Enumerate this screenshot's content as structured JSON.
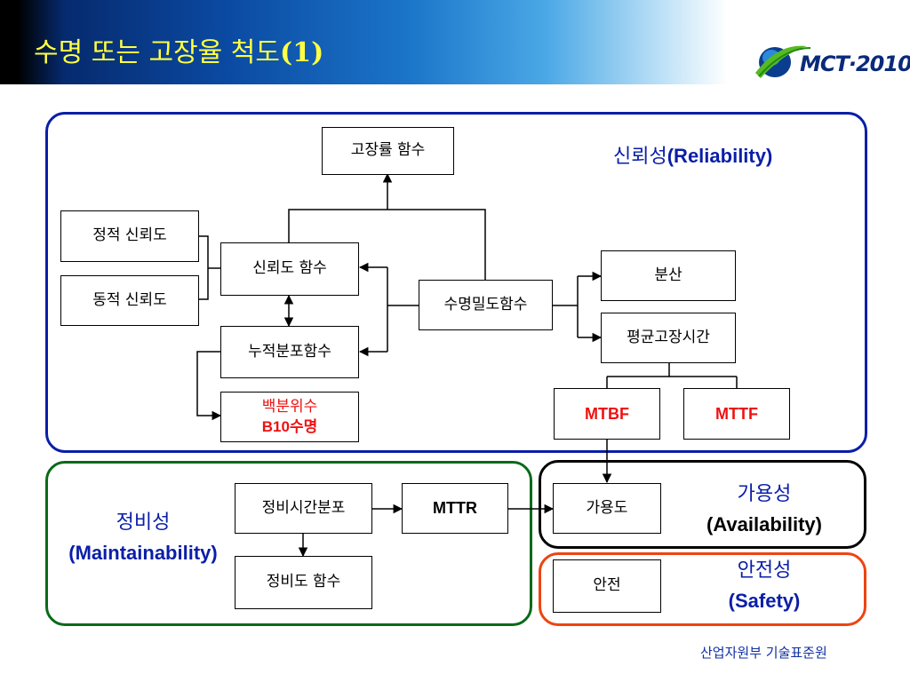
{
  "slide": {
    "title": "수명 또는 고장율 척도",
    "title_number": "(1)",
    "logo_text": "MCT·2010",
    "footer": "산업자원부 기술표준원"
  },
  "regions": {
    "reliability": {
      "label_ko": "신뢰성",
      "label_en": "(Reliability)",
      "color": "#0a1ea8"
    },
    "maintainability": {
      "label_ko": "정비성",
      "label_en": "(Maintainability)",
      "color": "#0a6a1a"
    },
    "availability": {
      "label_ko": "가용성",
      "label_en": "(Availability)",
      "color": "#000000"
    },
    "safety": {
      "label_ko": "안전성",
      "label_en": "(Safety)",
      "color": "#ee4411"
    }
  },
  "boxes": {
    "failure_rate_function": "고장률 함수",
    "static_reliability": "정적 신뢰도",
    "dynamic_reliability": "동적 신뢰도",
    "reliability_function": "신뢰도 함수",
    "pdf": "수명밀도함수",
    "cdf": "누적분포함수",
    "percentile_line1": "백분위수",
    "percentile_line2": "B10수명",
    "variance": "분산",
    "mean_time_to_failure": "평균고장시간",
    "mtbf": "MTBF",
    "mttf": "MTTF",
    "repair_time_distribution": "정비시간분포",
    "mttr": "MTTR",
    "maintainability_function": "정비도 함수",
    "availability": "가용도",
    "safety": "안전"
  },
  "colors": {
    "percentile_text": "#ee1111",
    "title_text": "#ffff44",
    "footer_text": "#1030a0"
  }
}
